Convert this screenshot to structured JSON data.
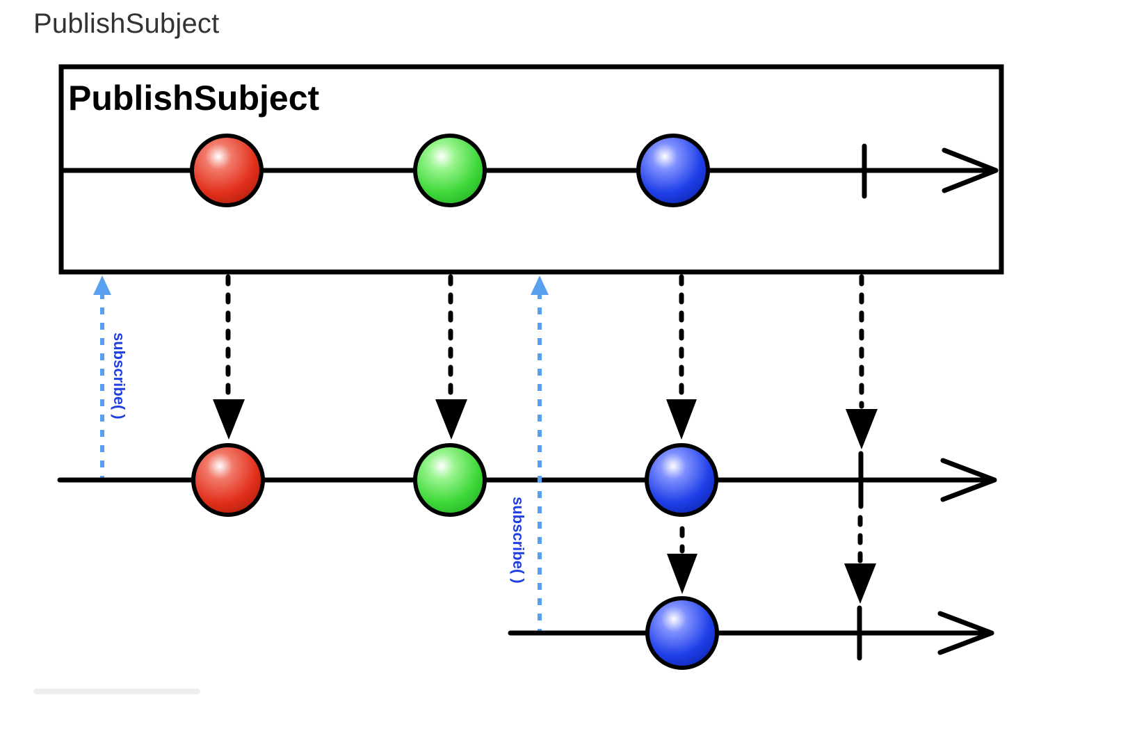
{
  "page": {
    "heading": "PublishSubject"
  },
  "diagram": {
    "box_title": "PublishSubject",
    "subscribe_label": "subscribe( )",
    "colors": {
      "red": "#e8301c",
      "green": "#3fd83a",
      "blue": "#1f3fe8",
      "subscribe_link": "#5aa0f0",
      "subscribe_text": "#1f3fe0"
    },
    "source_emissions": [
      "red",
      "green",
      "blue"
    ],
    "subscriber_1_receives": [
      "red",
      "green",
      "blue"
    ],
    "subscriber_2_receives": [
      "blue"
    ]
  }
}
